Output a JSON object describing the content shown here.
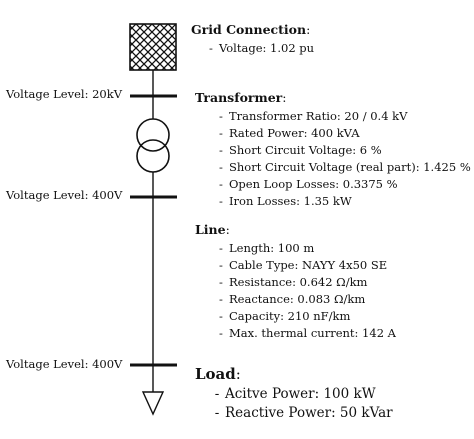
{
  "grid": {
    "title": "Grid Connection",
    "items": [
      "Voltage: 1.02 pu"
    ]
  },
  "buses": [
    "Voltage Level: 20kV",
    "Voltage Level: 400V",
    "Voltage Level: 400V"
  ],
  "transformer": {
    "title": "Transformer",
    "items": [
      "Transformer Ratio:  20 / 0.4 kV",
      "Rated Power: 400 kVA",
      "Short Circuit Voltage: 6 %",
      "Short Circuit Voltage (real part): 1.425 %",
      "Open Loop Losses: 0.3375 %",
      "Iron Losses: 1.35 kW"
    ]
  },
  "line": {
    "title": "Line",
    "items": [
      "Length:  100 m",
      "Cable Type:  NAYY 4x50 SE",
      "Resistance:  0.642 Ω/km",
      "Reactance: 0.083 Ω/km",
      "Capacity:  210 nF/km",
      "Max. thermal current:  142 A"
    ]
  },
  "load": {
    "title": "Load",
    "items": [
      "Acitve Power:  100 kW",
      "Reactive Power: 50 kVar"
    ]
  },
  "colors": {
    "stroke": "#111111",
    "text": "#111111",
    "background": "#ffffff"
  }
}
